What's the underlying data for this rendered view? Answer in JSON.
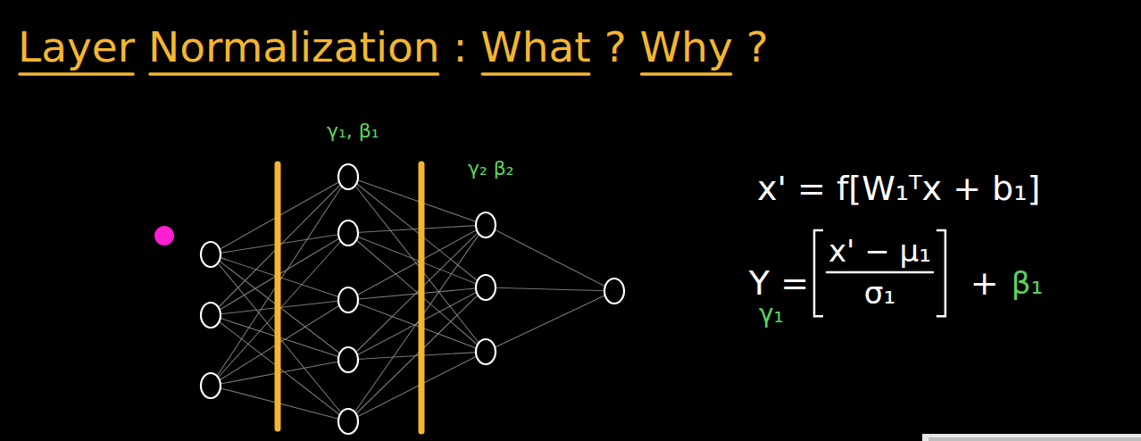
{
  "diagram": {
    "title": "Layer Normalization : What ? Why ?",
    "labels": [
      "γ₁, β₁",
      "γ₂ β₂",
      "x' = f[W₁ᵀx + b₁]",
      "Y =",
      "γ₁",
      "x' − μ₁",
      "σ₁",
      "+",
      "β₁"
    ]
  }
}
